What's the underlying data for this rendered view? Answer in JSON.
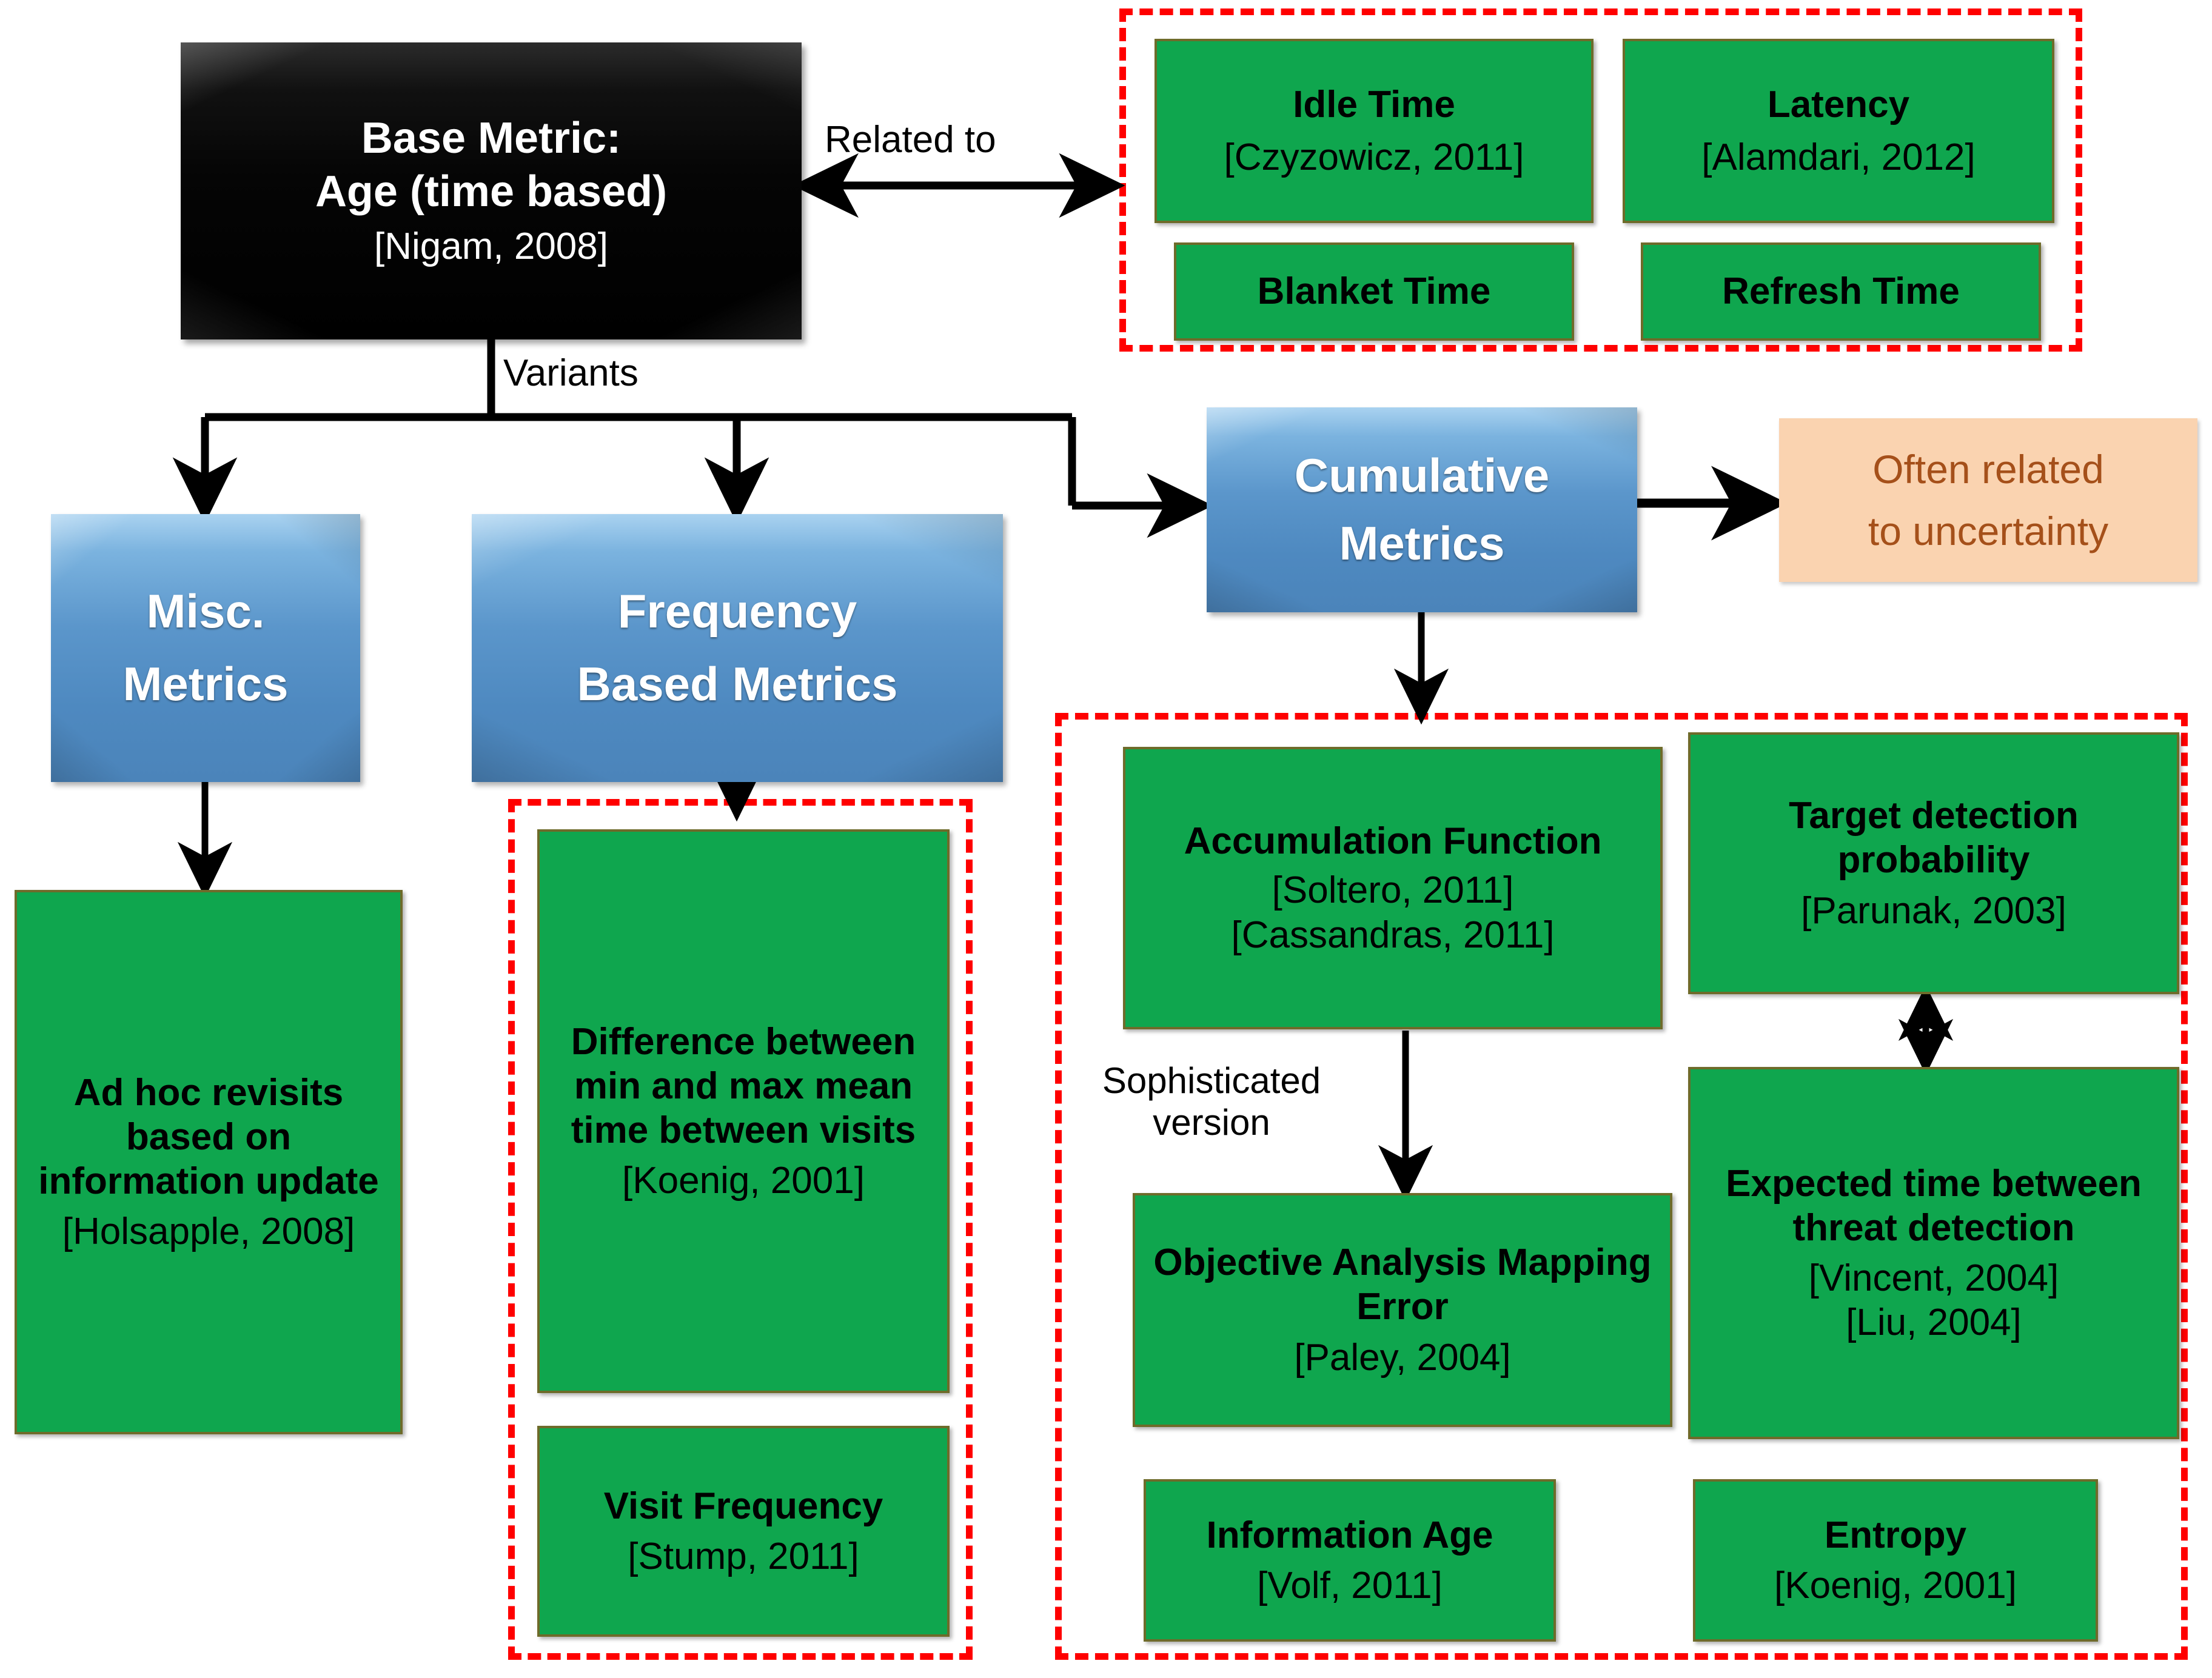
{
  "palette": {
    "green": "#0FA64E",
    "green_border": "#6E6B2A",
    "blue": "#4E89C0",
    "black": "#000000",
    "orange_bg": "#FAD3B0",
    "orange_text": "#A5501A",
    "dashed_frame": "#FF0000",
    "arrow": "#000000"
  },
  "nodes": {
    "base_metric": {
      "title_line1": "Base Metric:",
      "title_line2": "Age (time based)",
      "cite": "[Nigam, 2008]"
    },
    "idle_time": {
      "title": "Idle Time",
      "cite": "[Czyzowicz, 2011]"
    },
    "latency": {
      "title": "Latency",
      "cite": "[Alamdari, 2012]"
    },
    "blanket_time": {
      "title": "Blanket Time",
      "cite": ""
    },
    "refresh_time": {
      "title": "Refresh Time",
      "cite": ""
    },
    "misc_metrics": {
      "line1": "Misc.",
      "line2": "Metrics"
    },
    "frequency_metrics": {
      "line1": "Frequency",
      "line2": "Based Metrics"
    },
    "cumulative_metrics": {
      "line1": "Cumulative",
      "line2": "Metrics"
    },
    "uncertainty_note": {
      "line1": "Often related",
      "line2": "to uncertainty"
    },
    "ad_hoc_revisits": {
      "title": "Ad hoc revisits based on information update",
      "cite": "[Holsapple, 2008]"
    },
    "difference_min_max": {
      "title": "Difference between min and max mean time between visits",
      "cite": "[Koenig, 2001]"
    },
    "visit_frequency": {
      "title": "Visit Frequency",
      "cite": "[Stump, 2011]"
    },
    "accumulation_function": {
      "title": "Accumulation Function",
      "cite1": "[Soltero, 2011]",
      "cite2": "[Cassandras, 2011]"
    },
    "objective_analysis_mapping_error": {
      "title": "Objective Analysis Mapping Error",
      "cite": "[Paley, 2004]"
    },
    "target_detection_probability": {
      "title": "Target detection probability",
      "cite": "[Parunak, 2003]"
    },
    "expected_time_between_threat_detection": {
      "title": "Expected time between threat detection",
      "cite1": "[Vincent, 2004]",
      "cite2": "[Liu, 2004]"
    },
    "information_age": {
      "title": "Information Age",
      "cite": "[Volf, 2011]"
    },
    "entropy": {
      "title": "Entropy",
      "cite": "[Koenig, 2001]"
    }
  },
  "edge_labels": {
    "related_to": "Related to",
    "variants": "Variants",
    "sophisticated_line1": "Sophisticated",
    "sophisticated_line2": "version"
  }
}
